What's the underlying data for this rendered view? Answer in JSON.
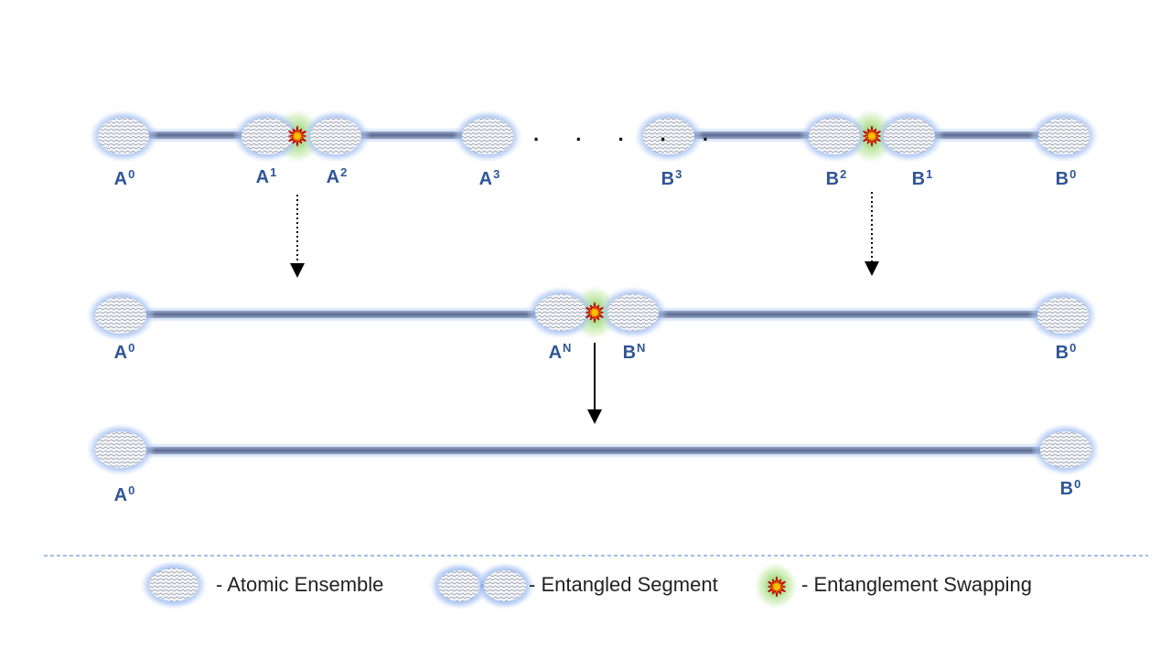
{
  "row1": {
    "labels": {
      "a0": {
        "base": "A",
        "sup": "0"
      },
      "a1": {
        "base": "A",
        "sup": "1"
      },
      "a2": {
        "base": "A",
        "sup": "2"
      },
      "a3": {
        "base": "A",
        "sup": "3"
      },
      "b3": {
        "base": "B",
        "sup": "3"
      },
      "b2": {
        "base": "B",
        "sup": "2"
      },
      "b1": {
        "base": "B",
        "sup": "1"
      },
      "b0": {
        "base": "B",
        "sup": "0"
      }
    },
    "ellipsis": ". . . . ."
  },
  "row2": {
    "labels": {
      "a0": {
        "base": "A",
        "sup": "0"
      },
      "an": {
        "base": "A",
        "sup": "N"
      },
      "bn": {
        "base": "B",
        "sup": "N"
      },
      "b0": {
        "base": "B",
        "sup": "0"
      }
    }
  },
  "row3": {
    "labels": {
      "a0": {
        "base": "A",
        "sup": "0"
      },
      "b0": {
        "base": "B",
        "sup": "0"
      }
    }
  },
  "legend": {
    "atomic_ensemble": "- Atomic Ensemble",
    "entangled_segment": "- Entangled Segment",
    "entanglement_swapping": "- Entanglement Swapping"
  },
  "colors": {
    "label": "#2f5597",
    "ensemble_glow": "#8fb4ee",
    "segment": "#6a7ba3",
    "swap_glow": "#b6e39a",
    "star_fill": "#ffc000",
    "star_edge": "#c00000",
    "divider": "#4a7fc1"
  }
}
